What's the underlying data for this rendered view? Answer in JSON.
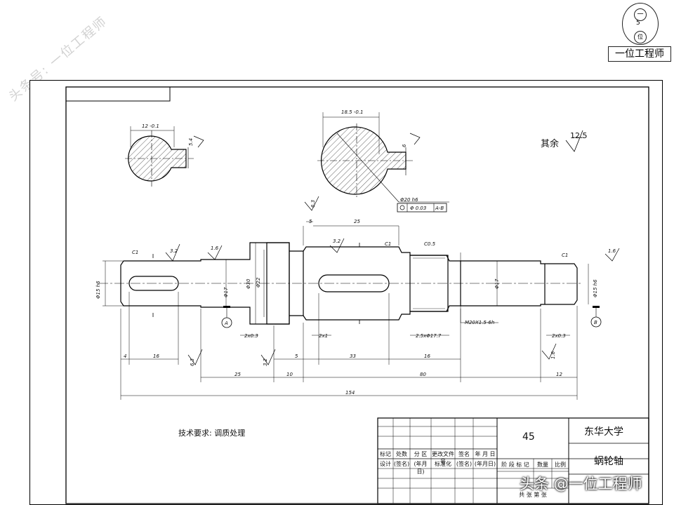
{
  "watermark_text": "头条号: 一位工程师",
  "logo": {
    "top_glyph": "一",
    "mid_glyph": "5",
    "bottom_glyph": "位",
    "label": "一位工程师"
  },
  "drawing": {
    "roughness_note_prefix": "其余",
    "roughness_note_value": "12.5",
    "tech_req": "技术要求: 调质处理",
    "dims": {
      "section1_width": "12 -0.1",
      "section1_depth": "5.4",
      "section2_width": "18.5 -0.1",
      "section2_depth": "6",
      "dia20": "Φ20 h6",
      "tol_flat": "Φ 0.03",
      "tol_ref": "A-B",
      "d5": "5",
      "d25top": "25",
      "c1a": "C1",
      "c1b": "C1",
      "c1c": "C1",
      "c05": "C0.5",
      "r32a": "3.2",
      "r32b": "3.2",
      "r16a": "1.6",
      "r16b": "1.6",
      "r63": "6.3",
      "dia15a": "Φ15 h6",
      "dia17a": "Φ17",
      "dia30": "Φ30",
      "dia22": "Φ22",
      "dia17b": "Φ17",
      "dia15b": "Φ15 h6",
      "thread": "M20X1.5-6h",
      "ch2x03a": "2x0.3",
      "ch2x1": "2x1",
      "ch25": "2.5xΦ17.7",
      "ch2x03b": "2x0.3",
      "d4": "4",
      "d16a": "16",
      "d5b": "5",
      "d33": "33",
      "d16b": "16",
      "d25": "25",
      "d10": "10",
      "d80": "80",
      "d12": "12",
      "d154": "154",
      "datumA": "A",
      "datumB": "B",
      "r63b": "6.3",
      "r32c": "3.2",
      "r16c": "1.6"
    }
  },
  "title_block": {
    "material": "45",
    "school": "东华大学",
    "part_name": "蜗轮轴",
    "row_labels": [
      "标记",
      "处数",
      "分 区",
      "更改文件号",
      "签名",
      "年 月 日"
    ],
    "row_labels2": [
      "设计",
      "(签名)",
      "(年月日)",
      "标准化",
      "(签名)",
      "(年月日)"
    ],
    "stage_labels": [
      "阶 段 标 记",
      "数量",
      "比例"
    ],
    "sheet_text": "共  张 第  张"
  },
  "bottom_watermark": "头条 @一位工程师"
}
